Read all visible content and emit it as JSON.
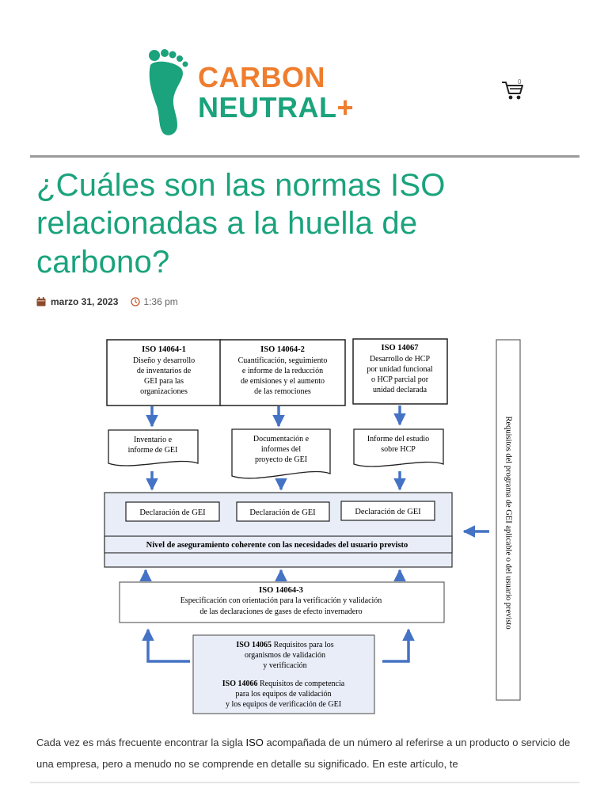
{
  "header": {
    "logo": {
      "line1": "CARBON",
      "line2": "NEUTRAL",
      "plus": "+"
    },
    "cart": {
      "icon": "cart-icon",
      "count": "0"
    },
    "colors": {
      "green": "#1aa37c",
      "orange": "#ef7d2e"
    }
  },
  "article": {
    "title": "¿Cuáles son las normas ISO relacionadas a la huella de carbono?",
    "date": "marzo 31, 2023",
    "time": "1:36 pm",
    "intro_before": "Cada vez es más frecuente encontrar la sigla ",
    "intro_highlight": "ISO",
    "intro_after": " acompañada de un número al referirse a un producto o servicio de una empresa, pero a menudo no se comprende en detalle su significado. En este artículo, te"
  },
  "figure": {
    "box1": {
      "title": "ISO 14064-1",
      "lines": [
        "Diseño y desarrollo",
        "de inventarios de",
        "GEI para las",
        "organizaciones"
      ]
    },
    "box2": {
      "title": "ISO 14064-2",
      "lines": [
        "Cuantificación, seguimiento",
        "e informe de la reducción",
        "de emisiones y el aumento",
        "de las remociones"
      ]
    },
    "box3": {
      "title": "ISO 14067",
      "lines": [
        "Desarrollo de HCP",
        "por unidad funcional",
        "o HCP parcial por",
        "unidad declarada"
      ]
    },
    "doc1": [
      "Inventario e",
      "informe de GEI"
    ],
    "doc2": [
      "Documentación e",
      "informes del",
      "proyecto de GEI"
    ],
    "doc3": [
      "Informe del estudio",
      "sobre HCP"
    ],
    "declaration": "Declaración de GEI",
    "assurance": "Nivel de aseguramiento coherente con las necesidades del usuario previsto",
    "box4": {
      "title": "ISO 14064-3",
      "lines": [
        "Especificación con orientación para la verificación y validación",
        "de las declaraciones de gases de efecto invernadero"
      ]
    },
    "box5": {
      "iso14065_code": "ISO 14065",
      "iso14065_text": " Requisitos para los",
      "iso14065_lines": [
        "organismos de validación",
        "y verificación"
      ],
      "iso14066_code": "ISO 14066",
      "iso14066_text": " Requisitos de competencia",
      "iso14066_lines": [
        "para los equipos de validación",
        "y los equipos de verificación de GEI"
      ]
    },
    "side": "Requisitos del programa de GEI aplicable o del usuario previsto",
    "colors": {
      "arrow": "#4472c4",
      "panel": "#e8edf7"
    }
  }
}
